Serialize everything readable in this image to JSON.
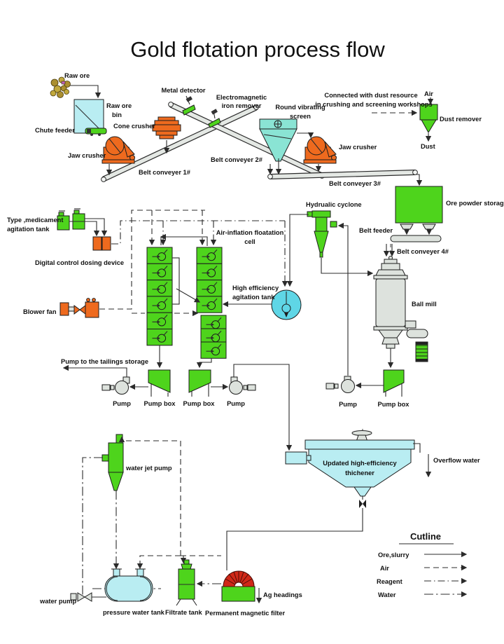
{
  "title": "Gold flotation process flow",
  "labels": {
    "raw_ore": "Raw ore",
    "raw_ore_bin": [
      "Raw ore",
      "bin"
    ],
    "chute_feeder": "Chute feeder",
    "jaw_crusher": "Jaw crusher",
    "cone_crusher": "Cone crusher",
    "metal_detector": "Metal detector",
    "iron_remover": [
      "Electromagnetic",
      "iron remover"
    ],
    "belt_conveyer_1": "Belt conveyer 1#",
    "belt_conveyer_2": "Belt conveyer 2#",
    "belt_conveyer_3": "Belt conveyer 3#",
    "belt_conveyer_4": "Belt conveyer 4#",
    "round_screen": [
      "Round vibrating",
      "screen"
    ],
    "dust_note": [
      "Connected with dust resource",
      "in crushing and screening workshops"
    ],
    "air": "Air",
    "dust_remover": "Dust remover",
    "dust": "Dust",
    "ore_powder_storage": "Ore powder storage",
    "belt_feeder": "Belt feeder",
    "hydraulic_cyclone": "Hydrualic cyclone",
    "reagent_tanks": [
      "Type ,medicament",
      "agitation tank"
    ],
    "dosing_device": "Digital control dosing device",
    "flotation_cell": [
      "Air-inflation floatation",
      "cell"
    ],
    "agitation_tank": [
      "High efficiency",
      "agitation tank"
    ],
    "blower_fan": "Blower fan",
    "ball_mill": "Ball mill",
    "tailings": "Pump to the tailings storage",
    "pump": "Pump",
    "pump_box": "Pump box",
    "water_jet_pump": "water jet pump",
    "thickener": [
      "Updated high-efficiency",
      "thichener"
    ],
    "overflow_water": "Overflow water",
    "water_pump": "water pump",
    "pressure_water_tank": "pressure water tank",
    "filtrate_tank": "Filtrate tank",
    "magnetic_filter": "Permanent magnetic filter",
    "ag_headings": "Ag headings"
  },
  "legend": {
    "title": "Cutline",
    "entries": [
      {
        "label": "Ore,slurry",
        "style": "solid"
      },
      {
        "label": "Air",
        "style": "dashed"
      },
      {
        "label": "Reagent",
        "style": "dash-dot"
      },
      {
        "label": "Water",
        "style": "long-dash-dot"
      }
    ]
  },
  "colors": {
    "equipment_green": "#4ed41c",
    "equipment_cyan": "#b9edf2",
    "equipment_cyan_deep": "#5fd6e6",
    "equipment_orange": "#ee6a1e",
    "filter_red": "#d02818",
    "machine_gray": "#dde2dd",
    "line": "#2b2b2b",
    "background": "#ffffff"
  }
}
